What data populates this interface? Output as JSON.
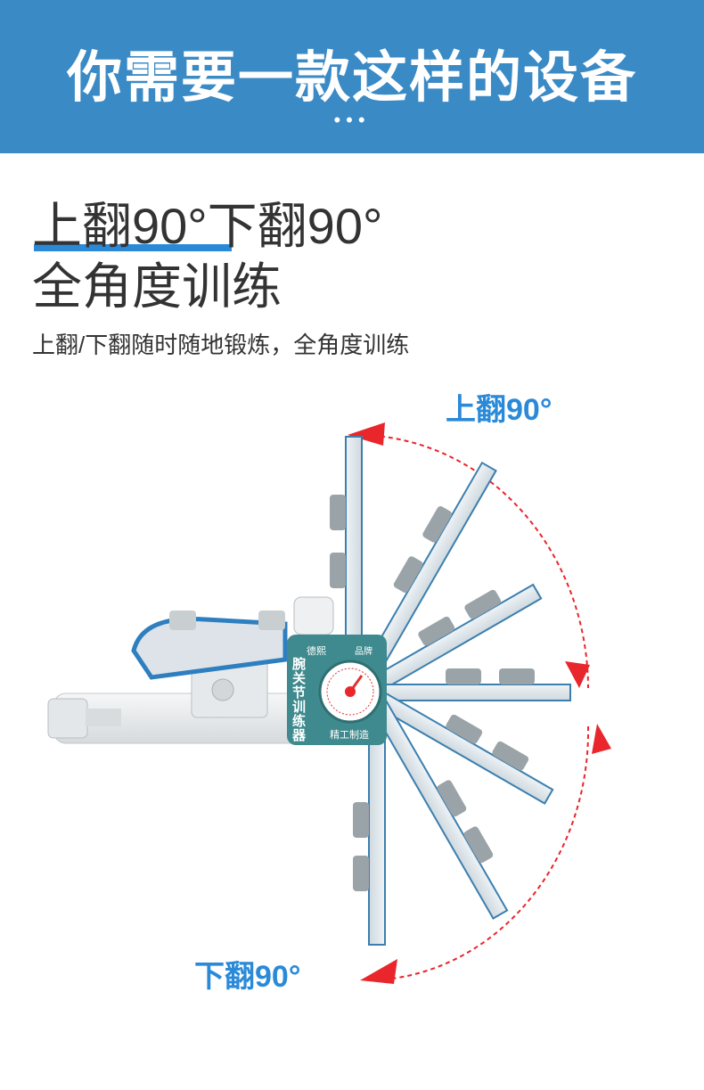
{
  "banner": {
    "title": "你需要一款这样的设备",
    "dots": "•••"
  },
  "headline": {
    "line1": "上翻90°下翻90°",
    "line2": "全角度训练"
  },
  "subtext": "上翻/下翻随时随地锻炼，全角度训练",
  "labels": {
    "up": "上翻90°",
    "down": "下翻90°"
  },
  "device": {
    "title_lines": [
      "腕",
      "关",
      "节",
      "训",
      "练",
      "器"
    ],
    "brand": "德熙",
    "brand_tag": "品牌",
    "footer": "精工制造"
  },
  "colors": {
    "banner": "#3a8ac6",
    "accent_blue": "#2b8ad8",
    "arrow_red": "#e8262b",
    "device_teal": "#3f8a8e"
  }
}
